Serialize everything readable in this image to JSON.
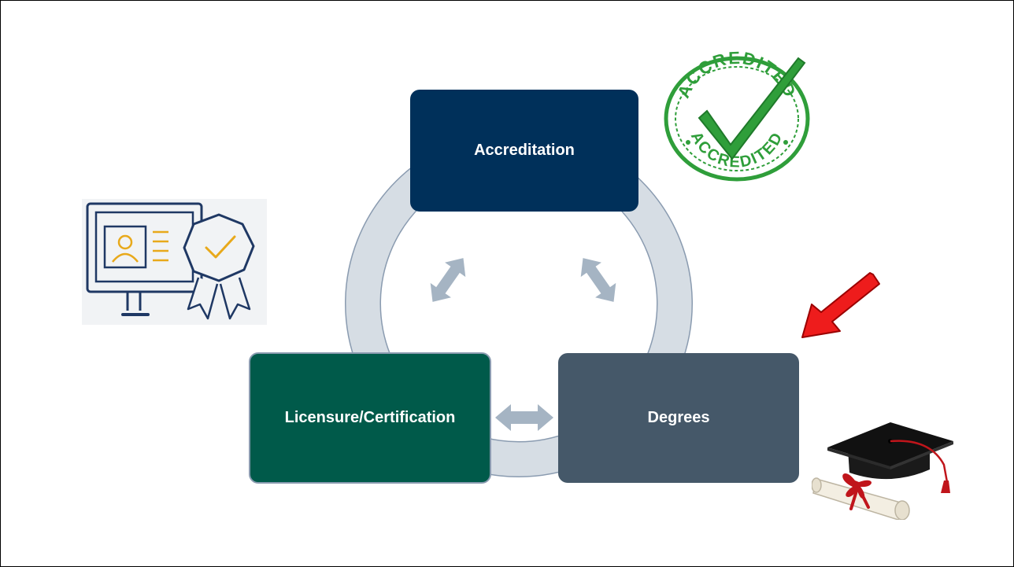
{
  "diagram": {
    "nodes": [
      {
        "id": "accreditation",
        "label": "Accreditation",
        "color": "#00305a"
      },
      {
        "id": "licensure",
        "label": "Licensure/Certification",
        "color": "#005a4a"
      },
      {
        "id": "degrees",
        "label": "Degrees",
        "color": "#455869"
      }
    ],
    "ring_color": "#d6dde4",
    "ring_stroke": "#8a9bb0",
    "arrow_color": "#a5b4c3",
    "highlight_arrow_color": "#ee1c1c"
  },
  "stamp": {
    "text_top": "ACCREDITED",
    "text_bottom": "ACCREDITED",
    "color": "#2f9e3a"
  },
  "icons": {
    "certificate_monitor": "certificate-monitor-icon",
    "graduation_cap": "graduation-cap-diploma-icon",
    "accredited_stamp": "accredited-stamp-icon",
    "red_arrow": "red-pointer-arrow-icon"
  }
}
